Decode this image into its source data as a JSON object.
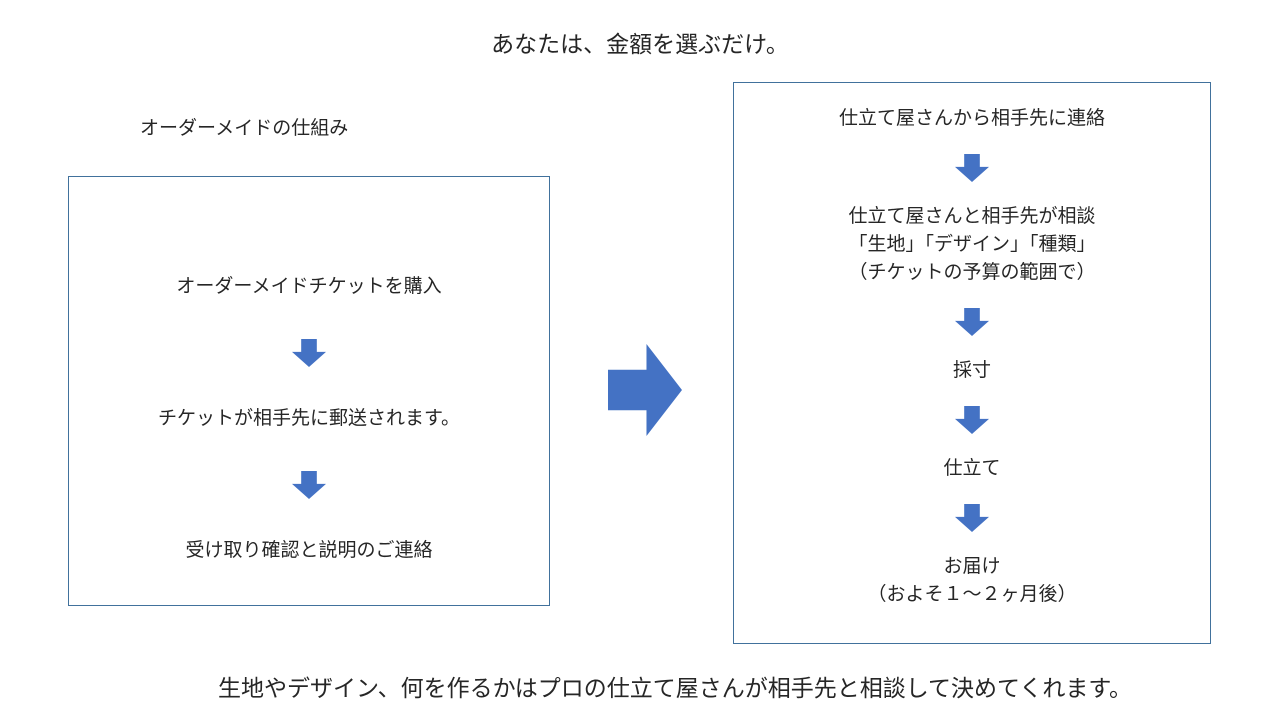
{
  "slide": {
    "title": "あなたは、金額を選ぶだけ。",
    "footer": "生地やデザイン、何を作るかはプロの仕立て屋さんが相手先と相談して決めてくれます。"
  },
  "left": {
    "heading": "オーダーメイドの仕組み",
    "steps": [
      "オーダーメイドチケットを購入",
      "チケットが相手先に郵送されます。",
      "受け取り確認と説明のご連絡"
    ]
  },
  "right": {
    "steps": [
      [
        "仕立て屋さんから相手先に連絡"
      ],
      [
        "仕立て屋さんと相手先が相談",
        "「生地」「デザイン」「種類」",
        "（チケットの予算の範囲で）"
      ],
      [
        "採寸"
      ],
      [
        "仕立て"
      ],
      [
        "お届け",
        "（およそ１～２ヶ月後）"
      ]
    ]
  },
  "colors": {
    "arrow": "#4472C4",
    "box_border": "#41719C",
    "text": "#262626"
  }
}
